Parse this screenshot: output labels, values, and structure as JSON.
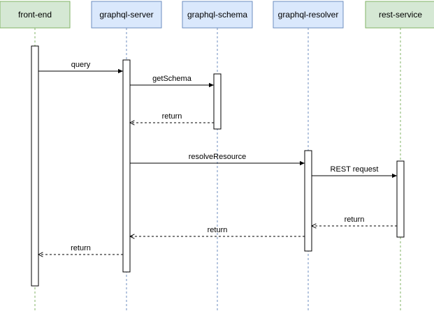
{
  "participants": [
    {
      "id": "front-end",
      "label": "front-end",
      "fill": "#d5e8d4",
      "stroke": "#82b366"
    },
    {
      "id": "graphql-server",
      "label": "graphql-server",
      "fill": "#dae8fc",
      "stroke": "#6c8ebf"
    },
    {
      "id": "graphql-schema",
      "label": "graphql-schema",
      "fill": "#dae8fc",
      "stroke": "#6c8ebf"
    },
    {
      "id": "graphql-resolver",
      "label": "graphql-resolver",
      "fill": "#dae8fc",
      "stroke": "#6c8ebf"
    },
    {
      "id": "rest-service",
      "label": "rest-service",
      "fill": "#d5e8d4",
      "stroke": "#82b366"
    }
  ],
  "messages": [
    {
      "label": "query",
      "from": "front-end",
      "to": "graphql-server",
      "kind": "call"
    },
    {
      "label": "getSchema",
      "from": "graphql-server",
      "to": "graphql-schema",
      "kind": "call"
    },
    {
      "label": "return",
      "from": "graphql-schema",
      "to": "graphql-server",
      "kind": "return"
    },
    {
      "label": "resolveResource",
      "from": "graphql-server",
      "to": "graphql-resolver",
      "kind": "call"
    },
    {
      "label": "REST request",
      "from": "graphql-resolver",
      "to": "rest-service",
      "kind": "call"
    },
    {
      "label": "return",
      "from": "rest-service",
      "to": "graphql-resolver",
      "kind": "return"
    },
    {
      "label": "return",
      "from": "graphql-resolver",
      "to": "graphql-server",
      "kind": "return"
    },
    {
      "label": "return",
      "from": "graphql-server",
      "to": "front-end",
      "kind": "return"
    }
  ],
  "colors": {
    "lifeline": "#6c8ebf",
    "lifeline_green": "#82b366",
    "arrow": "#000000"
  }
}
